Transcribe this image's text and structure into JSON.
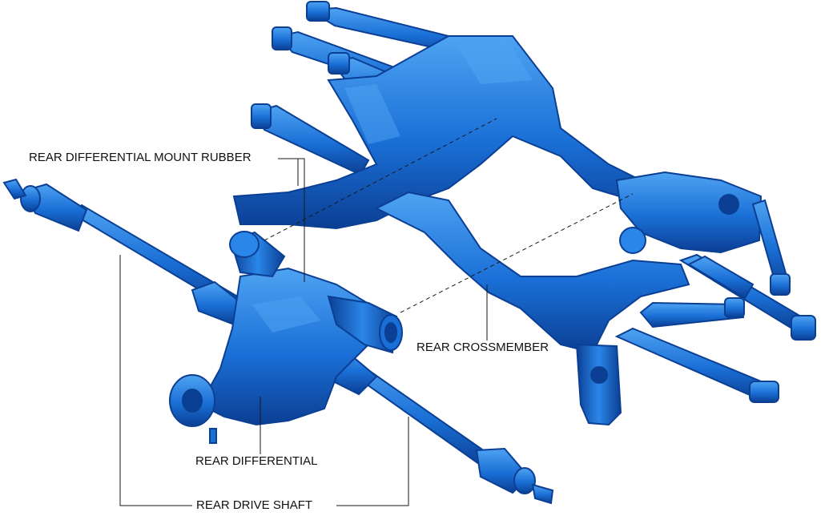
{
  "labels": {
    "mount_rubber": "REAR DIFFERENTIAL MOUNT RUBBER",
    "crossmember": "REAR CROSSMEMBER",
    "differential": "REAR DIFFERENTIAL",
    "drive_shaft": "REAR DRIVE SHAFT"
  },
  "colors": {
    "part_fill": "#1a6fd6",
    "part_dark": "#0b3f94",
    "part_light": "#4fa3f2",
    "leader": "#1a1a1a"
  }
}
